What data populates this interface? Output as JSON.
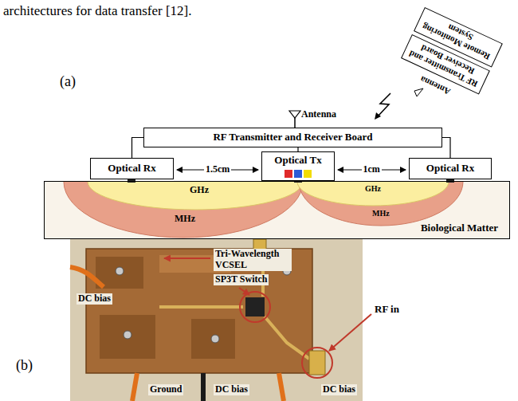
{
  "diagram": {
    "nodes": [
      {
        "text": [
          "Remote Monitoring System"
        ]
      },
      {
        "text": [
          "RF Transmitter and Receiver Board"
        ]
      },
      {
        "text": [
          "RF Transmitter and Receiver Board"
        ]
      },
      {
        "text": [
          "Optical Rx"
        ]
      },
      {
        "text": [
          "Optical Tx"
        ]
      },
      {
        "text": [
          "Optical Rx"
        ]
      },
      {
        "text": [
          "Biological Matter"
        ]
      }
    ],
    "edges": [
      {
        "from": 2,
        "to": 3,
        "arrow": "none"
      },
      {
        "from": 2,
        "to": 4,
        "arrow": "none"
      },
      {
        "from": 2,
        "to": 5,
        "arrow": "none"
      }
    ],
    "labels": [
      "architectures for data transfer [12].",
      "Antenna",
      "(a)",
      "Antenna",
      "1.5cm",
      "1cm",
      "GHz",
      "MHz",
      "GHz",
      "MHz",
      "Tri-Wavelength VCSEL",
      "SP3T Switch",
      "DC bias",
      "RF in",
      "Ground",
      "DC bias",
      "DC bias",
      "(b)"
    ]
  }
}
